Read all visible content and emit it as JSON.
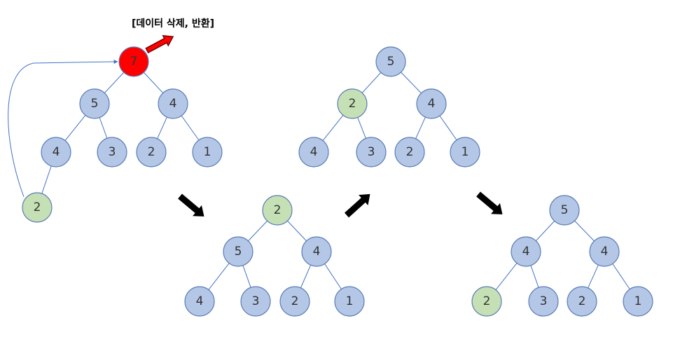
{
  "caption": "[데이터 삭제, 반환]",
  "colors": {
    "default": "#b4c7e7",
    "root": "#ff0000",
    "moved": "#c5e0b4",
    "edge": "#4472c4",
    "arrow": "#000000",
    "return_arrow": "#ff0000"
  },
  "trees": [
    {
      "id": "t1",
      "nodes": [
        {
          "label": "7",
          "state": "root"
        },
        {
          "label": "5",
          "state": "default"
        },
        {
          "label": "4",
          "state": "default"
        },
        {
          "label": "4",
          "state": "default"
        },
        {
          "label": "3",
          "state": "default"
        },
        {
          "label": "2",
          "state": "default"
        },
        {
          "label": "1",
          "state": "default"
        },
        {
          "label": "2",
          "state": "moved"
        }
      ]
    },
    {
      "id": "t2",
      "nodes": [
        {
          "label": "2",
          "state": "moved"
        },
        {
          "label": "5",
          "state": "default"
        },
        {
          "label": "4",
          "state": "default"
        },
        {
          "label": "4",
          "state": "default"
        },
        {
          "label": "3",
          "state": "default"
        },
        {
          "label": "2",
          "state": "default"
        },
        {
          "label": "1",
          "state": "default"
        }
      ]
    },
    {
      "id": "t3",
      "nodes": [
        {
          "label": "5",
          "state": "default"
        },
        {
          "label": "2",
          "state": "moved"
        },
        {
          "label": "4",
          "state": "default"
        },
        {
          "label": "4",
          "state": "default"
        },
        {
          "label": "3",
          "state": "default"
        },
        {
          "label": "2",
          "state": "default"
        },
        {
          "label": "1",
          "state": "default"
        }
      ]
    },
    {
      "id": "t4",
      "nodes": [
        {
          "label": "5",
          "state": "default"
        },
        {
          "label": "4",
          "state": "default"
        },
        {
          "label": "4",
          "state": "default"
        },
        {
          "label": "2",
          "state": "moved"
        },
        {
          "label": "3",
          "state": "default"
        },
        {
          "label": "2",
          "state": "default"
        },
        {
          "label": "1",
          "state": "default"
        }
      ]
    }
  ]
}
